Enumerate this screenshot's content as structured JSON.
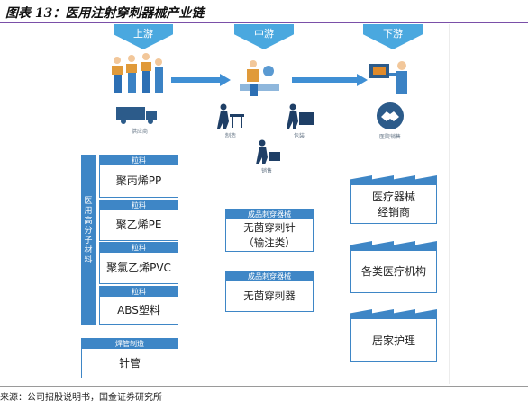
{
  "title": "图表 13：医用注射穿刺器械产业链",
  "source": "来源：公司招股说明书，国金证券研究所",
  "colors": {
    "chevron": "#4aa8df",
    "box_header": "#3e86c6",
    "arrow": "#3f8fd4"
  },
  "stages": {
    "upstream": "上游",
    "midstream": "中游",
    "downstream": "下游"
  },
  "icons": {
    "supplier": "供应商",
    "manufacture": "制造",
    "packaging": "包装",
    "sales": "销售",
    "hospital": "医院销售"
  },
  "materials_label": "医用高分子材料",
  "materials": [
    {
      "header": "粒料",
      "name": "聚丙烯PP"
    },
    {
      "header": "粒料",
      "name": "聚乙烯PE"
    },
    {
      "header": "粒料",
      "name": "聚氯乙烯PVC"
    },
    {
      "header": "粒料",
      "name": "ABS塑料"
    }
  ],
  "needle": {
    "header": "焊管制造",
    "name": "针管"
  },
  "products": [
    {
      "header": "成品刺穿器械",
      "line1": "无菌穿刺针",
      "line2": "（输注类）"
    },
    {
      "header": "成品刺穿器械",
      "line1": "无菌穿刺器"
    }
  ],
  "customers": [
    {
      "line1": "医疗器械",
      "line2": "经销商"
    },
    {
      "line1": "各类医疗机构"
    },
    {
      "line1": "居家护理"
    }
  ]
}
